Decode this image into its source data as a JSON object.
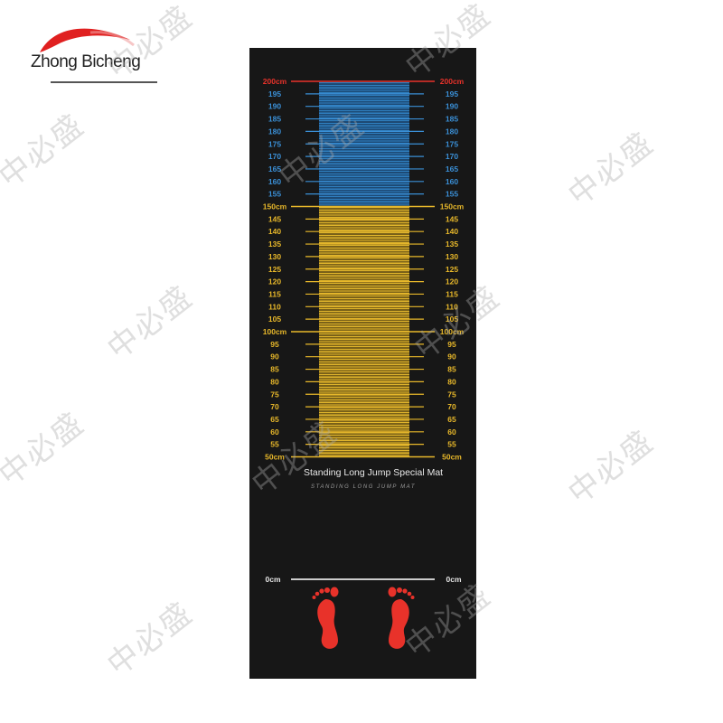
{
  "brand": {
    "name": "Zhong Bicheng",
    "swoosh_color": "#e02020"
  },
  "mat": {
    "title": "Standing Long Jump Special Mat",
    "subtitle": "STANDING LONG JUMP MAT",
    "background_color": "#171717",
    "colors": {
      "red": "#e8322a",
      "blue": "#3a8fd6",
      "yellow": "#e8b82a",
      "white": "#e6e6e6"
    },
    "ticks": [
      {
        "value": 200,
        "label": "200cm",
        "color": "red"
      },
      {
        "value": 195,
        "label": "195",
        "color": "blue"
      },
      {
        "value": 190,
        "label": "190",
        "color": "blue"
      },
      {
        "value": 185,
        "label": "185",
        "color": "blue"
      },
      {
        "value": 180,
        "label": "180",
        "color": "blue"
      },
      {
        "value": 175,
        "label": "175",
        "color": "blue"
      },
      {
        "value": 170,
        "label": "170",
        "color": "blue"
      },
      {
        "value": 165,
        "label": "165",
        "color": "blue"
      },
      {
        "value": 160,
        "label": "160",
        "color": "blue"
      },
      {
        "value": 155,
        "label": "155",
        "color": "blue"
      },
      {
        "value": 150,
        "label": "150cm",
        "color": "yellow"
      },
      {
        "value": 145,
        "label": "145",
        "color": "yellow"
      },
      {
        "value": 140,
        "label": "140",
        "color": "yellow"
      },
      {
        "value": 135,
        "label": "135",
        "color": "yellow"
      },
      {
        "value": 130,
        "label": "130",
        "color": "yellow"
      },
      {
        "value": 125,
        "label": "125",
        "color": "yellow"
      },
      {
        "value": 120,
        "label": "120",
        "color": "yellow"
      },
      {
        "value": 115,
        "label": "115",
        "color": "yellow"
      },
      {
        "value": 110,
        "label": "110",
        "color": "yellow"
      },
      {
        "value": 105,
        "label": "105",
        "color": "yellow"
      },
      {
        "value": 100,
        "label": "100cm",
        "color": "yellow"
      },
      {
        "value": 95,
        "label": "95",
        "color": "yellow"
      },
      {
        "value": 90,
        "label": "90",
        "color": "yellow"
      },
      {
        "value": 85,
        "label": "85",
        "color": "yellow"
      },
      {
        "value": 80,
        "label": "80",
        "color": "yellow"
      },
      {
        "value": 75,
        "label": "75",
        "color": "yellow"
      },
      {
        "value": 70,
        "label": "70",
        "color": "yellow"
      },
      {
        "value": 65,
        "label": "65",
        "color": "yellow"
      },
      {
        "value": 60,
        "label": "60",
        "color": "yellow"
      },
      {
        "value": 55,
        "label": "55",
        "color": "yellow"
      },
      {
        "value": 50,
        "label": "50cm",
        "color": "yellow"
      }
    ],
    "start_line": {
      "value": 0,
      "label": "0cm",
      "color": "white"
    },
    "feet": {
      "left_name": "left-footprint",
      "right_name": "right-footprint",
      "color": "#e8322a"
    }
  },
  "watermark": {
    "text": "中必盛"
  }
}
